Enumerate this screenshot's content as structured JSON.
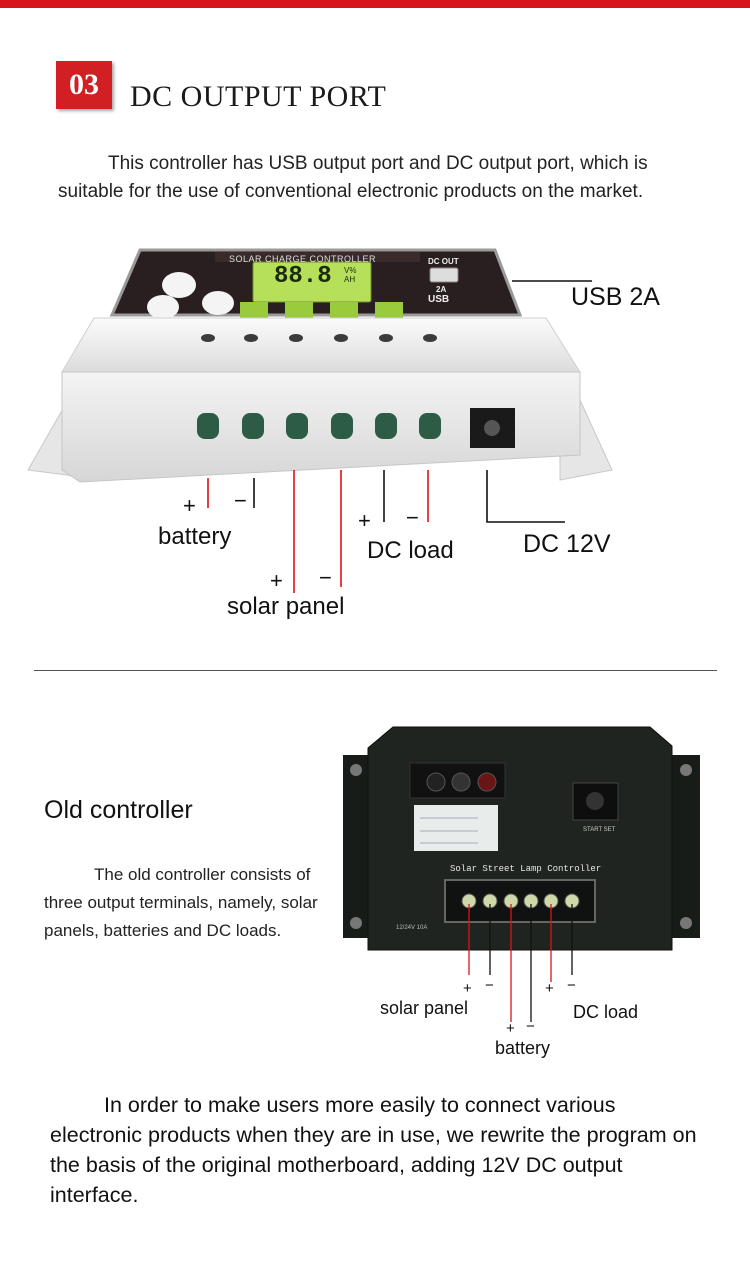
{
  "section": {
    "number": "03",
    "title": "DC OUTPUT PORT",
    "intro": "This controller has USB output port and DC output port, which is suitable for the use of conventional electronic products on the market."
  },
  "new_controller": {
    "panel_title": "SOLAR CHARGE CONTROLLER",
    "lcd_reading": "88.8",
    "lcd_units": "V% AH",
    "dc_out_label": "DC OUT",
    "dc_out_rating": "2A",
    "usb_port_label": "USB",
    "callouts": {
      "usb": "USB  2A",
      "battery": "battery",
      "solar_panel": "solar panel",
      "dc_load": "DC load",
      "dc_12v": "DC 12V"
    },
    "plus": "+",
    "minus": "−"
  },
  "old_controller": {
    "heading": "Old controller",
    "description": "The old controller consists of three output terminals, namely, solar panels, batteries and DC loads.",
    "device_title": "Solar Street Lamp Controller",
    "start_label": "START SET",
    "rating_label": "12/24V 10A",
    "callouts": {
      "solar_panel": "solar panel",
      "battery": "battery",
      "dc_load": "DC load"
    },
    "plus": "+",
    "minus": "−"
  },
  "closing": "In order to make users more easily to connect various electronic products when they are in use, we rewrite the program on the basis of the original motherboard, adding 12V DC output interface.",
  "colors": {
    "accent_red": "#d7141b",
    "badge_red": "#d11f24",
    "lcd_green": "#b7e05a",
    "housing_white": "#f1f1f1",
    "old_housing": "#1f2420"
  }
}
